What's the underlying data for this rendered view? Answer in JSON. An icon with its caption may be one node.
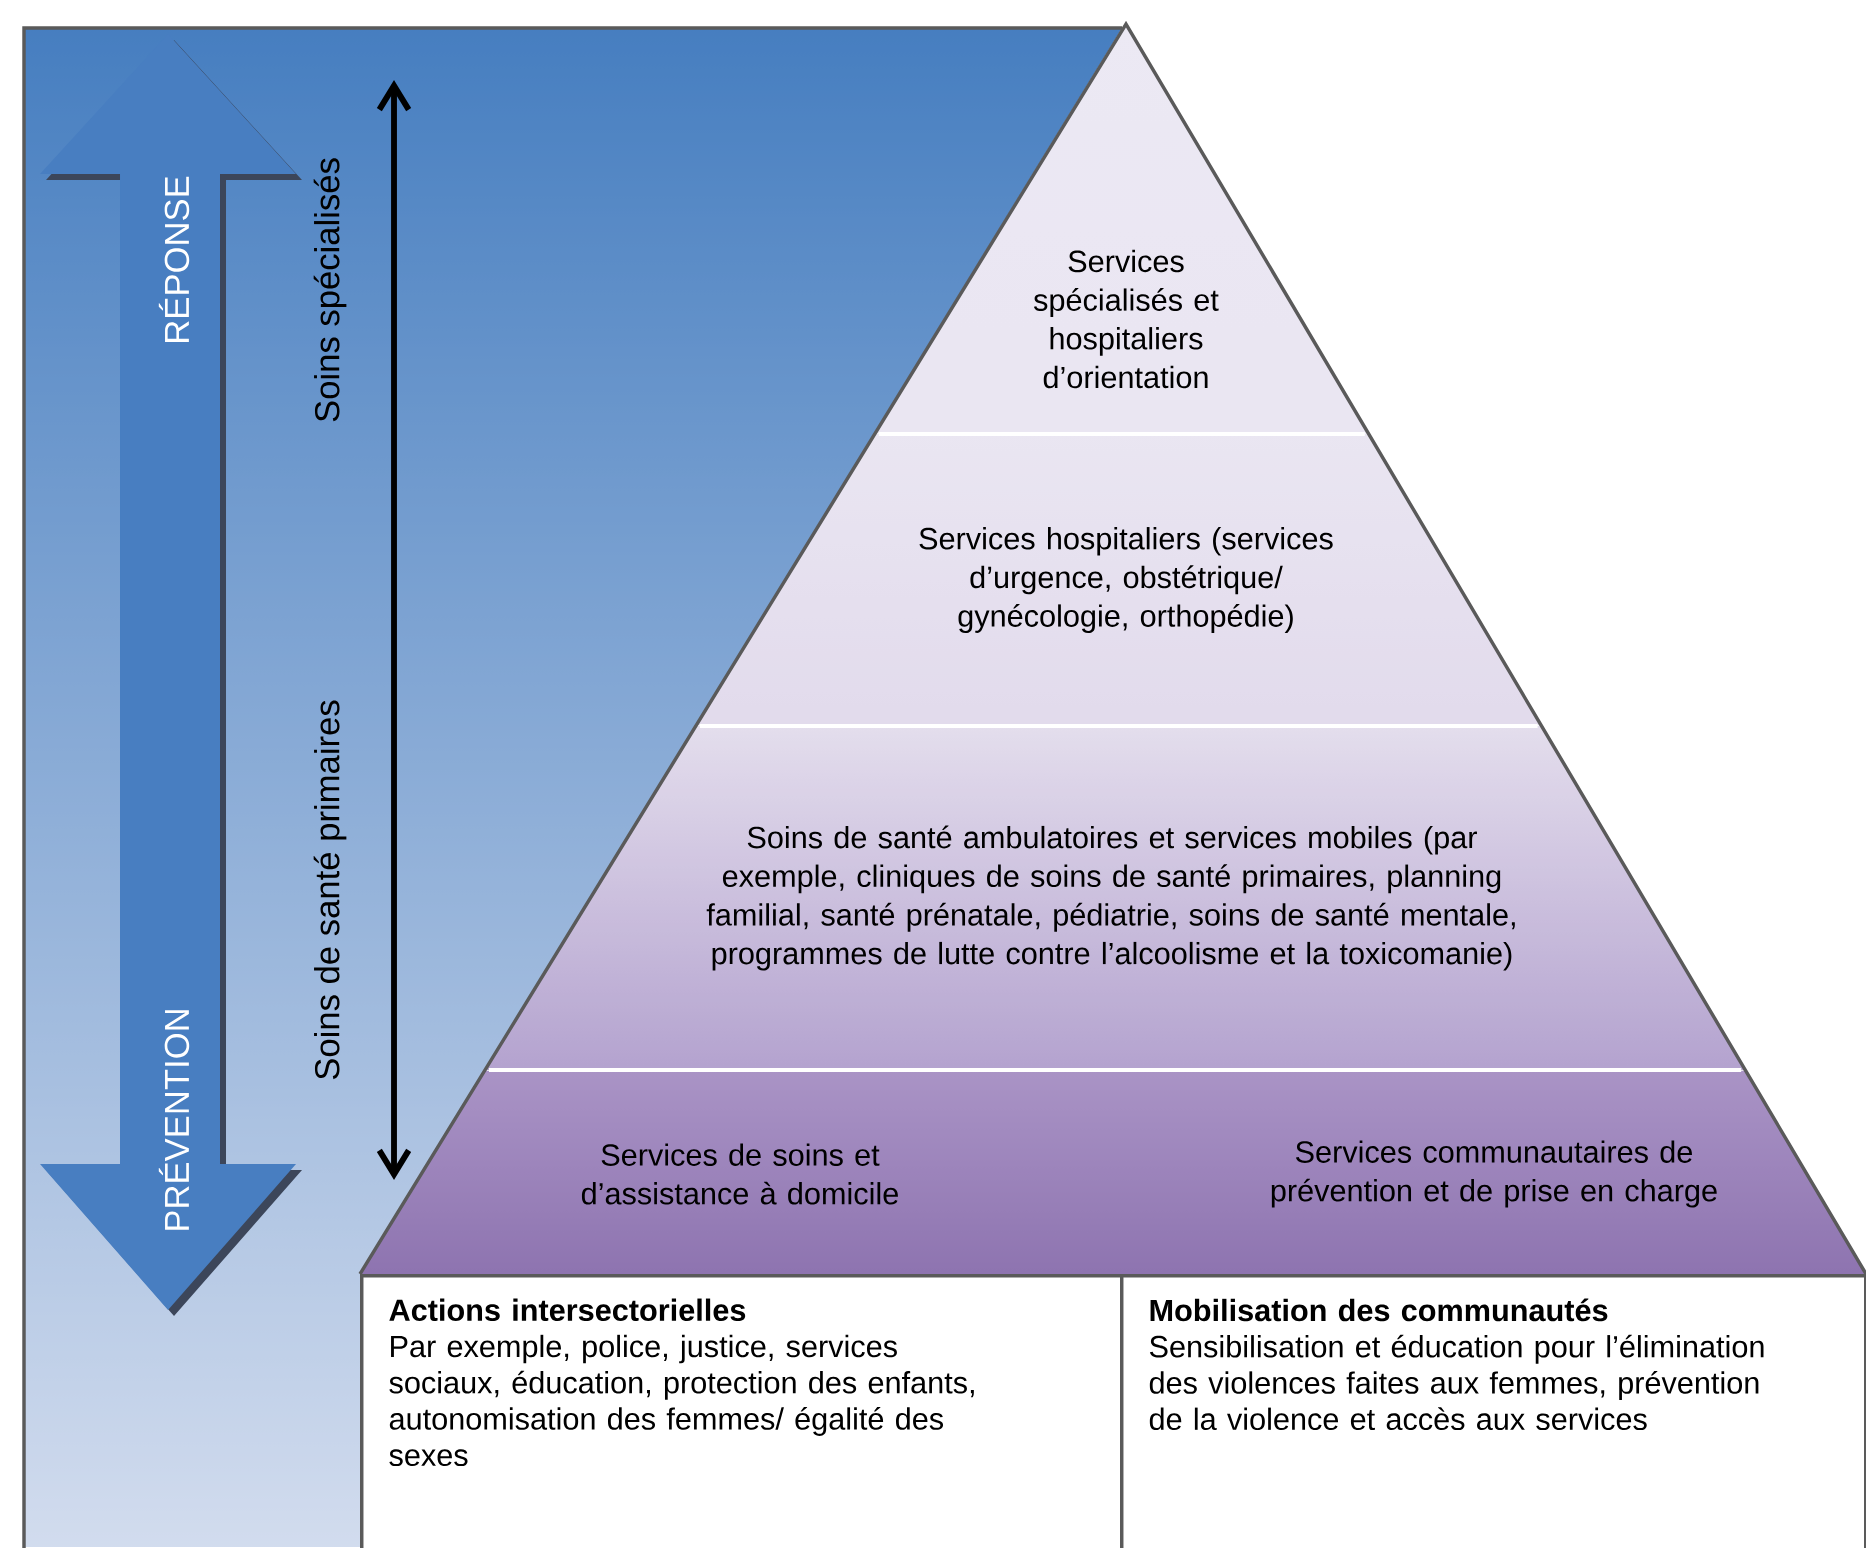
{
  "diagram": {
    "nodes": [
      {
        "text": [
          "Services spécialisés et hospitaliers d’orientation"
        ]
      },
      {
        "text": [
          "Services hospitaliers (services d’urgence, obstétrique/ gynécologie, orthopédie)"
        ]
      },
      {
        "text": [
          "Soins de santé ambulatoires et services mobiles (par exemple, cliniques de soins de santé primaires, planning familial, santé prénatale, pédiatrie, soins de santé mentale, programmes de lutte contre l’alcoolisme et la toxicomanie)"
        ]
      },
      {
        "text": [
          "Services de soins et d’assistance à domicile",
          "Services communautaires de prévention et de prise en charge"
        ]
      },
      {
        "text": [
          "Actions intersectorielles",
          "Par exemple, police, justice, services sociaux, éducation, protection des enfants, autonomisation des femmes/ égalité des sexes"
        ]
      },
      {
        "text": [
          "Mobilisation des communautés",
          "Sensibilisation et éducation pour l’élimination des violences faites aux femmes, prévention de la violence et accès aux services"
        ]
      }
    ],
    "labels": [
      "RÉPONSE",
      "PRÉVENTION",
      "Soins spécialisés",
      "Soins de santé primaires"
    ]
  }
}
